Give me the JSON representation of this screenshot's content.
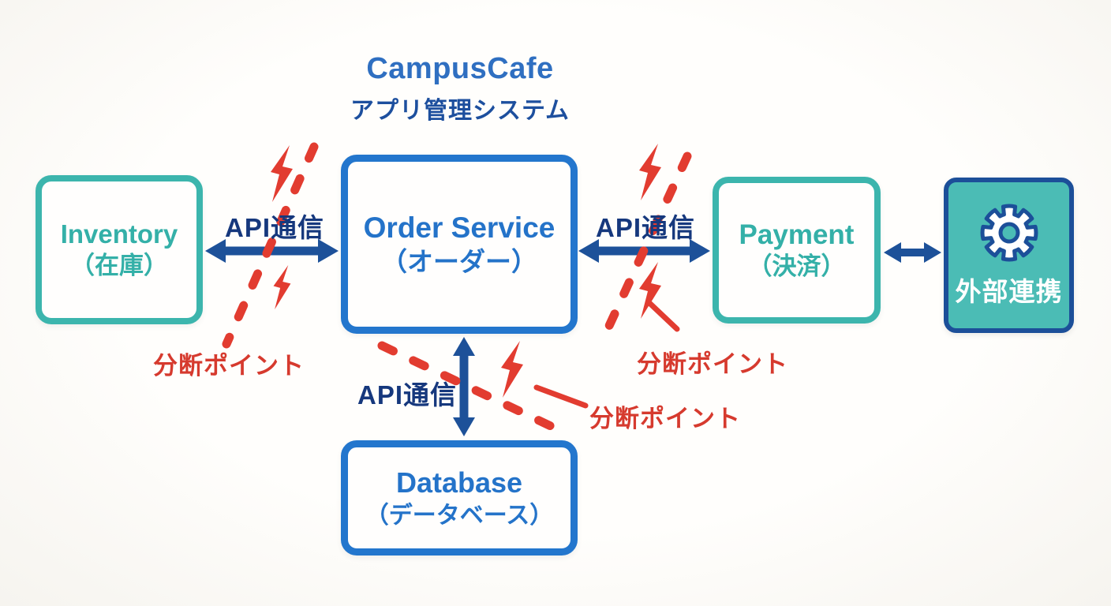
{
  "title": {
    "line1": "CampusCafe",
    "line2": "アプリ管理システム"
  },
  "nodes": {
    "inventory": {
      "name": "Inventory",
      "sub": "（在庫）"
    },
    "order": {
      "name": "Order Service",
      "sub": "（オーダー）"
    },
    "payment": {
      "name": "Payment",
      "sub": "（決済）"
    },
    "external": {
      "name": "外部連携"
    },
    "database": {
      "name": "Database",
      "sub": "（データベース）"
    }
  },
  "edges": {
    "inventory_order": {
      "label": "API通信"
    },
    "order_payment": {
      "label": "API通信"
    },
    "order_database": {
      "label": "API通信"
    }
  },
  "breakpoints": {
    "label": "分断ポイント"
  },
  "colors": {
    "teal": "#3cb5ad",
    "blue": "#2376cd",
    "navy_arrow": "#1d5199",
    "api_text": "#16387d",
    "red": "#e23c30",
    "title_blue": "#2f6fc1",
    "external_fill": "#4bbcb5",
    "background": "#fbfaf7"
  }
}
